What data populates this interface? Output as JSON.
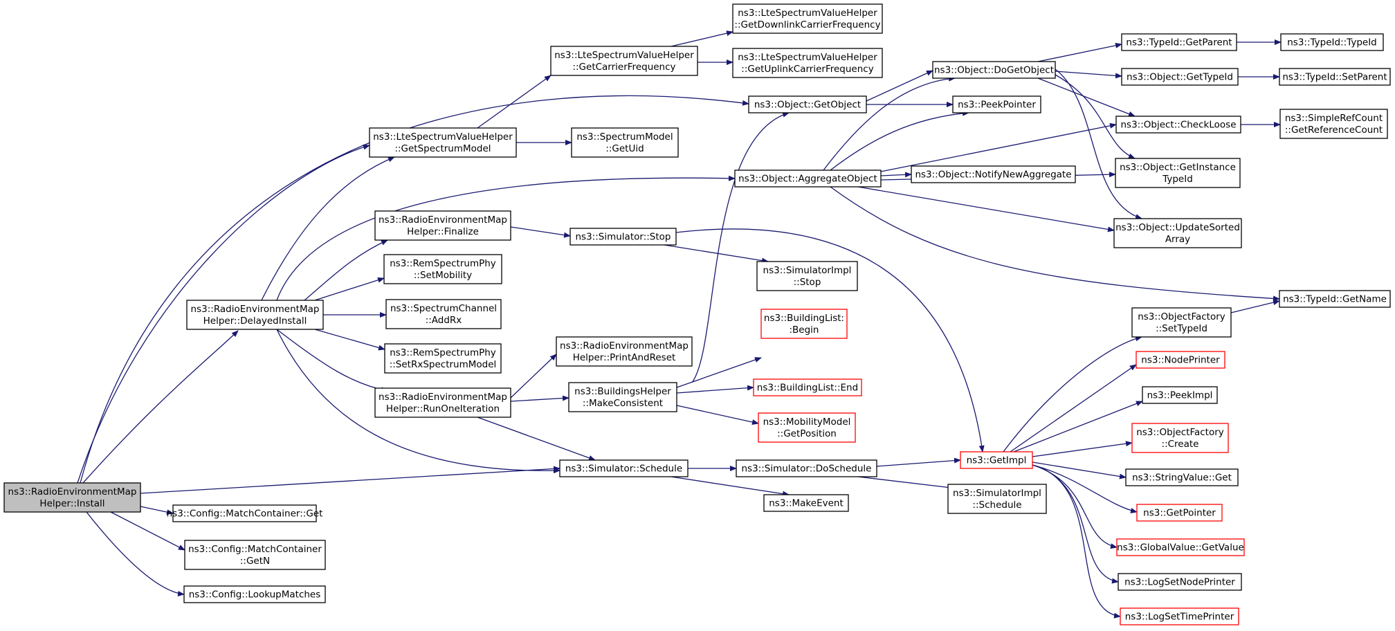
{
  "diagram": {
    "colors": {
      "edge": "#191970",
      "node_border": "#000000",
      "node_border_truncated": "#ff0000",
      "root_fill": "#bfbfbf",
      "node_fill": "#ffffff",
      "text": "#000000"
    },
    "nodes": [
      {
        "id": "install",
        "lines": [
          "ns3::RadioEnvironmentMap",
          "Helper::Install"
        ],
        "root": true
      },
      {
        "id": "delayed",
        "lines": [
          "ns3::RadioEnvironmentMap",
          "Helper::DelayedInstall"
        ]
      },
      {
        "id": "mc_get",
        "lines": [
          "ns3::Config::MatchContainer::Get"
        ]
      },
      {
        "id": "mc_getn",
        "lines": [
          "ns3::Config::MatchContainer",
          "::GetN"
        ]
      },
      {
        "id": "lookup",
        "lines": [
          "ns3::Config::LookupMatches"
        ]
      },
      {
        "id": "lte_gsm",
        "lines": [
          "ns3::LteSpectrumValueHelper",
          "::GetSpectrumModel"
        ]
      },
      {
        "id": "lte_gcf",
        "lines": [
          "ns3::LteSpectrumValueHelper",
          "::GetCarrierFrequency"
        ]
      },
      {
        "id": "lte_gdl",
        "lines": [
          "ns3::LteSpectrumValueHelper",
          "::GetDownlinkCarrierFrequency"
        ]
      },
      {
        "id": "lte_gul",
        "lines": [
          "ns3::LteSpectrumValueHelper",
          "::GetUplinkCarrierFrequency"
        ]
      },
      {
        "id": "sm_uid",
        "lines": [
          "ns3::SpectrumModel",
          "::GetUid"
        ]
      },
      {
        "id": "rem_fin",
        "lines": [
          "ns3::RadioEnvironmentMap",
          "Helper::Finalize"
        ]
      },
      {
        "id": "rsp_mob",
        "lines": [
          "ns3::RemSpectrumPhy",
          "::SetMobility"
        ]
      },
      {
        "id": "sc_addrx",
        "lines": [
          "ns3::SpectrumChannel",
          "::AddRx"
        ]
      },
      {
        "id": "rsp_rxsm",
        "lines": [
          "ns3::RemSpectrumPhy",
          "::SetRxSpectrumModel"
        ]
      },
      {
        "id": "rem_run",
        "lines": [
          "ns3::RadioEnvironmentMap",
          "Helper::RunOneIteration"
        ]
      },
      {
        "id": "rem_print",
        "lines": [
          "ns3::RadioEnvironmentMap",
          "Helper::PrintAndReset"
        ]
      },
      {
        "id": "bh_mc",
        "lines": [
          "ns3::BuildingsHelper",
          "::MakeConsistent"
        ]
      },
      {
        "id": "sim_sched",
        "lines": [
          "ns3::Simulator::Schedule"
        ]
      },
      {
        "id": "sim_stop",
        "lines": [
          "ns3::Simulator::Stop"
        ]
      },
      {
        "id": "simimpl_stop",
        "lines": [
          "ns3::SimulatorImpl",
          "::Stop"
        ]
      },
      {
        "id": "obj_getobj",
        "lines": [
          "ns3::Object::GetObject"
        ]
      },
      {
        "id": "obj_agg",
        "lines": [
          "ns3::Object::AggregateObject"
        ]
      },
      {
        "id": "bl_begin",
        "lines": [
          "ns3::BuildingList:",
          ":Begin"
        ],
        "truncated": true
      },
      {
        "id": "bl_end",
        "lines": [
          "ns3::BuildingList::End"
        ],
        "truncated": true
      },
      {
        "id": "mm_pos",
        "lines": [
          "ns3::MobilityModel",
          "::GetPosition"
        ],
        "truncated": true
      },
      {
        "id": "sim_dosched",
        "lines": [
          "ns3::Simulator::DoSchedule"
        ]
      },
      {
        "id": "makeevent",
        "lines": [
          "ns3::MakeEvent"
        ]
      },
      {
        "id": "obj_dogetobj",
        "lines": [
          "ns3::Object::DoGetObject"
        ]
      },
      {
        "id": "peekptr",
        "lines": [
          "ns3::PeekPointer"
        ]
      },
      {
        "id": "obj_notify",
        "lines": [
          "ns3::Object::NotifyNewAggregate"
        ]
      },
      {
        "id": "getimpl",
        "lines": [
          "ns3::GetImpl"
        ],
        "truncated": true
      },
      {
        "id": "simimpl_sched",
        "lines": [
          "ns3::SimulatorImpl",
          "::Schedule"
        ]
      },
      {
        "id": "tid_parent",
        "lines": [
          "ns3::TypeId::GetParent"
        ]
      },
      {
        "id": "tid_tid",
        "lines": [
          "ns3::TypeId::TypeId"
        ]
      },
      {
        "id": "obj_gettid",
        "lines": [
          "ns3::Object::GetTypeId"
        ]
      },
      {
        "id": "tid_setparent",
        "lines": [
          "ns3::TypeId::SetParent"
        ]
      },
      {
        "id": "obj_check",
        "lines": [
          "ns3::Object::CheckLoose"
        ]
      },
      {
        "id": "src_gref",
        "lines": [
          "ns3::SimpleRefCount",
          "::GetReferenceCount"
        ]
      },
      {
        "id": "obj_ginst",
        "lines": [
          "ns3::Object::GetInstance",
          "TypeId"
        ]
      },
      {
        "id": "obj_upd",
        "lines": [
          "ns3::Object::UpdateSorted",
          "Array"
        ]
      },
      {
        "id": "tid_getname",
        "lines": [
          "ns3::TypeId::GetName"
        ]
      },
      {
        "id": "of_settid",
        "lines": [
          "ns3::ObjectFactory",
          "::SetTypeId"
        ]
      },
      {
        "id": "nodeprinter",
        "lines": [
          "ns3::NodePrinter"
        ],
        "truncated": true
      },
      {
        "id": "peekimpl",
        "lines": [
          "ns3::PeekImpl"
        ]
      },
      {
        "id": "of_create",
        "lines": [
          "ns3::ObjectFactory",
          "::Create"
        ],
        "truncated": true
      },
      {
        "id": "sv_get",
        "lines": [
          "ns3::StringValue::Get"
        ]
      },
      {
        "id": "getpointer",
        "lines": [
          "ns3::GetPointer"
        ],
        "truncated": true
      },
      {
        "id": "gv_getvalue",
        "lines": [
          "ns3::GlobalValue::GetValue"
        ],
        "truncated": true
      },
      {
        "id": "log_node",
        "lines": [
          "ns3::LogSetNodePrinter"
        ]
      },
      {
        "id": "log_time",
        "lines": [
          "ns3::LogSetTimePrinter"
        ],
        "truncated": true
      }
    ],
    "edges": [
      [
        "install",
        "delayed"
      ],
      [
        "install",
        "lte_gsm"
      ],
      [
        "install",
        "obj_getobj"
      ],
      [
        "install",
        "sim_sched"
      ],
      [
        "install",
        "mc_get"
      ],
      [
        "install",
        "mc_getn"
      ],
      [
        "install",
        "lookup"
      ],
      [
        "delayed",
        "lte_gsm"
      ],
      [
        "delayed",
        "obj_agg"
      ],
      [
        "delayed",
        "rem_fin"
      ],
      [
        "delayed",
        "rsp_mob"
      ],
      [
        "delayed",
        "sc_addrx"
      ],
      [
        "delayed",
        "rsp_rxsm"
      ],
      [
        "delayed",
        "rem_run"
      ],
      [
        "delayed",
        "sim_sched"
      ],
      [
        "lte_gsm",
        "lte_gcf"
      ],
      [
        "lte_gsm",
        "sm_uid"
      ],
      [
        "lte_gcf",
        "lte_gdl"
      ],
      [
        "lte_gcf",
        "lte_gul"
      ],
      [
        "rem_fin",
        "sim_stop"
      ],
      [
        "sim_stop",
        "simimpl_stop"
      ],
      [
        "sim_stop",
        "getimpl"
      ],
      [
        "rem_run",
        "rem_print"
      ],
      [
        "rem_run",
        "bh_mc"
      ],
      [
        "rem_run",
        "sim_sched"
      ],
      [
        "bh_mc",
        "obj_getobj"
      ],
      [
        "bh_mc",
        "bl_begin"
      ],
      [
        "bh_mc",
        "bl_end"
      ],
      [
        "bh_mc",
        "mm_pos"
      ],
      [
        "sim_sched",
        "sim_dosched"
      ],
      [
        "sim_sched",
        "makeevent"
      ],
      [
        "sim_dosched",
        "getimpl"
      ],
      [
        "sim_dosched",
        "simimpl_sched"
      ],
      [
        "obj_getobj",
        "obj_dogetobj"
      ],
      [
        "obj_getobj",
        "peekptr"
      ],
      [
        "obj_agg",
        "obj_dogetobj"
      ],
      [
        "obj_agg",
        "peekptr"
      ],
      [
        "obj_agg",
        "obj_notify"
      ],
      [
        "obj_agg",
        "obj_check"
      ],
      [
        "obj_agg",
        "obj_ginst"
      ],
      [
        "obj_agg",
        "obj_upd"
      ],
      [
        "obj_agg",
        "tid_getname"
      ],
      [
        "obj_dogetobj",
        "tid_parent"
      ],
      [
        "obj_dogetobj",
        "obj_gettid"
      ],
      [
        "obj_dogetobj",
        "obj_check"
      ],
      [
        "obj_dogetobj",
        "obj_ginst"
      ],
      [
        "obj_dogetobj",
        "obj_upd"
      ],
      [
        "tid_parent",
        "tid_tid"
      ],
      [
        "obj_gettid",
        "tid_setparent"
      ],
      [
        "obj_check",
        "src_gref"
      ],
      [
        "getimpl",
        "of_settid"
      ],
      [
        "getimpl",
        "nodeprinter"
      ],
      [
        "getimpl",
        "peekimpl"
      ],
      [
        "getimpl",
        "of_create"
      ],
      [
        "getimpl",
        "sv_get"
      ],
      [
        "getimpl",
        "getpointer"
      ],
      [
        "getimpl",
        "gv_getvalue"
      ],
      [
        "getimpl",
        "log_node"
      ],
      [
        "getimpl",
        "log_time"
      ],
      [
        "of_settid",
        "tid_getname"
      ]
    ]
  }
}
